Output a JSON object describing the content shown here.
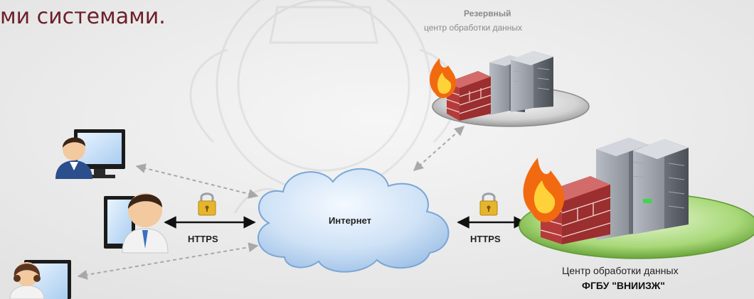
{
  "heading": "ми системами.",
  "backup_dc": {
    "title": "Резервный",
    "subtitle": "центр обработки данных"
  },
  "internet": "Интернет",
  "https_left": "HTTPS",
  "https_right": "HTTPS",
  "main_dc": {
    "line1": "Центр обработки данных",
    "line2": "ФГБУ \"ВНИИЗЖ\""
  },
  "colors": {
    "heading": "#6b1f2a",
    "cloud": "#c8ddf3",
    "server": "#5a5e66",
    "firewall": "#b33a3a",
    "platform_main": "#9ed36a",
    "platform_backup": "#cfcfcf",
    "lock": "#e7b52b"
  }
}
